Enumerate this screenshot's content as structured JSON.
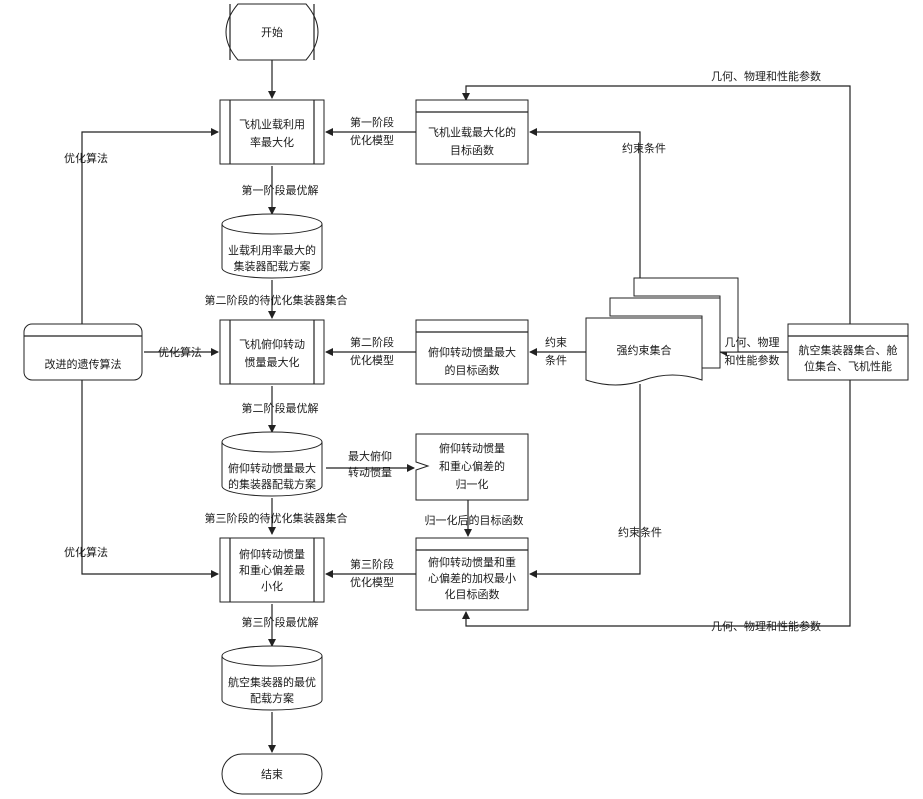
{
  "nodes": {
    "start": "开始",
    "end": "结束",
    "stage1_box": [
      "飞机业载利用",
      "率最大化"
    ],
    "stage1_obj": [
      "飞机业载最大化的",
      "目标函数"
    ],
    "stage1_db": [
      "业载利用率最大的",
      "集装器配载方案"
    ],
    "stage2_box": [
      "飞机俯仰转动",
      "惯量最大化"
    ],
    "stage2_obj": [
      "俯仰转动惯量最大",
      "的目标函数"
    ],
    "stage2_db": [
      "俯仰转动惯量最大",
      "的集装器配载方案"
    ],
    "norm_box": [
      "俯仰转动惯量",
      "和重心偏差的",
      "归一化"
    ],
    "stage3_box": [
      "俯仰转动惯量",
      "和重心偏差最",
      "小化"
    ],
    "stage3_obj": [
      "俯仰转动惯量和重",
      "心偏差的加权最小",
      "化目标函数"
    ],
    "stage3_db": [
      "航空集装器的最优",
      "配载方案"
    ],
    "ga_box": "改进的遗传算法",
    "constraint_set": "强约束集合",
    "input_box": [
      "航空集装器集合、舱",
      "位集合、飞机性能"
    ]
  },
  "labels": {
    "geo_top": "几何、物理和性能参数",
    "geo_bottom": "几何、物理和性能参数",
    "geo_mid": [
      "几何、物理",
      "和性能参数"
    ],
    "opt_model_1": [
      "第一阶段",
      "优化模型"
    ],
    "opt_model_2": [
      "第二阶段",
      "优化模型"
    ],
    "opt_model_3": [
      "第三阶段",
      "优化模型"
    ],
    "constraint_top": "约束条件",
    "constraint_mid": [
      "约束",
      "条件"
    ],
    "constraint_bottom": "约束条件",
    "optimal_1": "第一阶段最优解",
    "optimal_2": "第二阶段最优解",
    "optimal_3": "第三阶段最优解",
    "pending_2": "第二阶段的待优化集装器集合",
    "pending_3": "第三阶段的待优化集装器集合",
    "ga_top": "优化算法",
    "ga_mid": "优化算法",
    "ga_bottom": "优化算法",
    "max_inertia": [
      "最大俯仰",
      "转动惯量"
    ],
    "normalized_obj": "归一化后的目标函数"
  }
}
